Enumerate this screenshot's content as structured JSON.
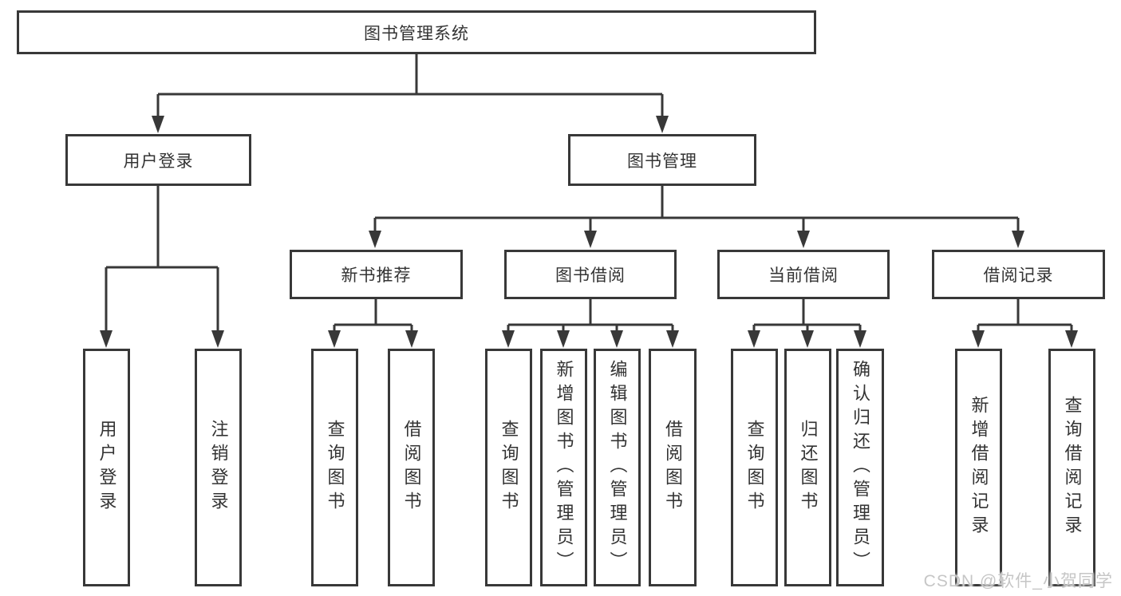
{
  "tree": {
    "root": {
      "label": "图书管理系统",
      "children": [
        {
          "label": "用户登录",
          "children": [
            {
              "label": "用户登录"
            },
            {
              "label": "注销登录"
            }
          ]
        },
        {
          "label": "图书管理",
          "children": [
            {
              "label": "新书推荐",
              "children": [
                {
                  "label": "查询图书"
                },
                {
                  "label": "借阅图书"
                }
              ]
            },
            {
              "label": "图书借阅",
              "children": [
                {
                  "label": "查询图书"
                },
                {
                  "label": "新增图书（管理员）"
                },
                {
                  "label": "编辑图书（管理员）"
                },
                {
                  "label": "借阅图书"
                }
              ]
            },
            {
              "label": "当前借阅",
              "children": [
                {
                  "label": "查询图书"
                },
                {
                  "label": "归还图书"
                },
                {
                  "label": "确认归还（管理员）"
                }
              ]
            },
            {
              "label": "借阅记录",
              "children": [
                {
                  "label": "新增借阅记录"
                },
                {
                  "label": "查询借阅记录"
                }
              ]
            }
          ]
        }
      ]
    }
  },
  "watermark": {
    "text": "CSDN @软件_小贺同学"
  },
  "colors": {
    "line": "#383838",
    "border": "#383838",
    "text": "#333333",
    "watermark": "#c6c6c6",
    "background": "#ffffff"
  }
}
